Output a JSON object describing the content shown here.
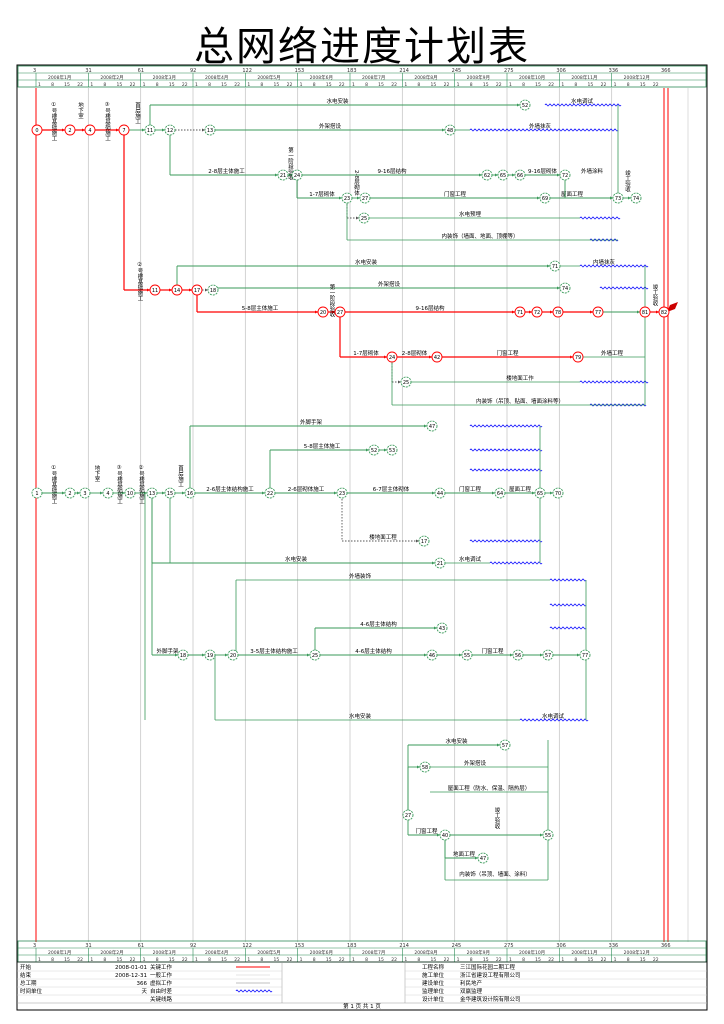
{
  "title": "总网络进度计划表",
  "timeline": {
    "days": [
      "3",
      "31",
      "61",
      "92",
      "122",
      "153",
      "183",
      "214",
      "245",
      "275",
      "306",
      "336",
      "366"
    ],
    "months": [
      "2008年1月",
      "2008年2月",
      "2008年3月",
      "2008年4月",
      "2008年5月",
      "2008年6月",
      "2008年7月",
      "2008年8月",
      "2008年9月",
      "2008年10月",
      "2008年11月",
      "2008年12月"
    ]
  },
  "colors": {
    "critical": "#ff0000",
    "normal": "#3a9a5a",
    "free_float": "#0000ff",
    "grid": "#c8c8c8",
    "frame": "#2e8b57"
  },
  "nodes": [
    "0",
    "2",
    "4",
    "7",
    "11",
    "12",
    "13",
    "48",
    "52",
    "21",
    "24",
    "62",
    "65",
    "66",
    "72",
    "23",
    "27",
    "69",
    "73",
    "74",
    "25",
    "11",
    "14",
    "17",
    "18",
    "71",
    "74",
    "20",
    "27",
    "71",
    "72",
    "78",
    "77",
    "81",
    "82",
    "24",
    "42",
    "79",
    "25",
    "1",
    "2",
    "3",
    "4",
    "10",
    "13",
    "15",
    "16",
    "22",
    "23",
    "44",
    "64",
    "65",
    "70",
    "47",
    "52",
    "53",
    "17",
    "21",
    "18",
    "19",
    "20",
    "25",
    "46",
    "55",
    "56",
    "57",
    "77",
    "43",
    "27",
    "57",
    "58",
    "40",
    "47",
    "55"
  ],
  "activities": {
    "a1": "①号楼基础施工",
    "a2": "地下室",
    "a3": "③号楼基础施工",
    "a4": "②号楼基础施工",
    "a5": "首层施工",
    "a6": "水电安装",
    "a7": "外架搭设",
    "a8": "2-8层主体施工",
    "a9": "第一阶段验收",
    "a10": "9-16层结构",
    "a11": "1-7层砌体",
    "a12": "2-8层砌体",
    "a13": "门窗工程",
    "a14": "屋面工程",
    "a15": "水电预埋",
    "a16": "内装饰（墙面、地面、顶棚等）",
    "a17": "水电调试",
    "a18": "外墙抹灰",
    "a19": "外墙涂料",
    "a20": "9-16层砌体",
    "a21": "竣工验收",
    "a22": "5-8层主体施工",
    "a23": "9-16层结构",
    "a24": "1-7层砌体",
    "a25": "门窗工程",
    "a26": "外墙工程",
    "a27": "内墙抹灰",
    "a28": "楼地面工作",
    "a29": "内装饰（吊顶、贴面、墙面涂料等）",
    "a30": "外脚手架",
    "a31": "外墙涂料",
    "a32": "2-6层主体结构施工",
    "a33": "2-6层砌体施工",
    "a34": "6-7层主体砌体",
    "a35": "门窗工程",
    "a36": "内装饰",
    "a37": "楼地面工程",
    "a38": "水电安装",
    "a39": "水电调试",
    "a40": "外墙装饰",
    "a41": "屋面工程",
    "a42": "外脚手架",
    "a43": "3-5层主体结构施工",
    "a44": "4-6层主体结构",
    "a45": "门窗工程",
    "a46": "屋面工程",
    "a47": "内装饰",
    "a48": "楼地面工程",
    "a49": "水电安装",
    "a50": "水电调试",
    "a51": "外墙涂料",
    "a52": "水电安装",
    "a53": "外架搭设",
    "a54": "屋面工程（防水、保温、隔热层）",
    "a55": "外墙涂料",
    "a56": "门窗工程",
    "a57": "地面工程",
    "a58": "内装饰（吊顶、墙面、涂料）",
    "a59": "竣工验收"
  },
  "legend": [
    {
      "label": "关键工作",
      "style": "critical"
    },
    {
      "label": "一般工作",
      "style": "normal"
    },
    {
      "label": "虚拟工作",
      "style": "dummy"
    },
    {
      "label": "自由时差",
      "style": "free_float"
    },
    {
      "label": "关键线路",
      "style": "none"
    }
  ],
  "schedule": {
    "start_label": "开始",
    "start": "2008-01-01",
    "end_label": "结束",
    "end": "2008-12-31",
    "duration_label": "总工期",
    "duration": "366",
    "unit_label": "时间单位",
    "unit": "天"
  },
  "project": [
    {
      "label": "工程名称",
      "value": "三江国际花园二期工程"
    },
    {
      "label": "施工单位",
      "value": "浙江省建设工程有限公司"
    },
    {
      "label": "建设单位",
      "value": "利民地产"
    },
    {
      "label": "监理单位",
      "value": "双赢监理"
    },
    {
      "label": "设计单位",
      "value": "金华建筑设计院有限公司"
    }
  ],
  "footer": "第 1 页 共 1 页"
}
